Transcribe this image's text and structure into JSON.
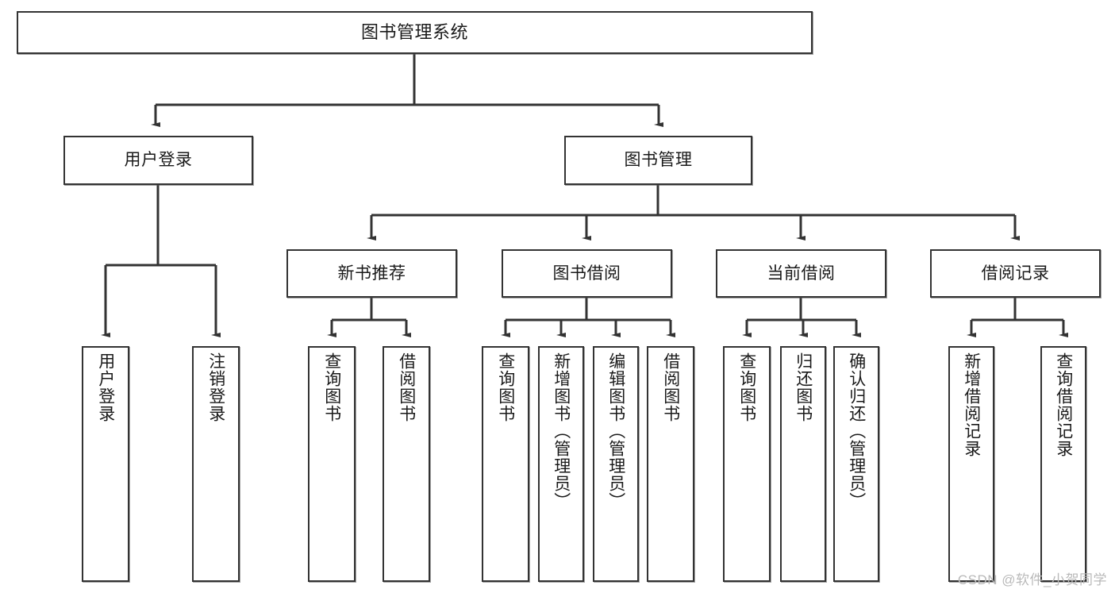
{
  "diagram": {
    "title": "图书管理系统",
    "type": "tree-hierarchy-chart",
    "watermark": "CSDN @软件_小贺同学",
    "root": {
      "label": "图书管理系统"
    },
    "level2": [
      {
        "label": "用户登录"
      },
      {
        "label": "图书管理"
      }
    ],
    "level3": [
      {
        "label": "新书推荐"
      },
      {
        "label": "图书借阅"
      },
      {
        "label": "当前借阅"
      },
      {
        "label": "借阅记录"
      }
    ],
    "leaves": [
      {
        "label": "用户登录",
        "parent": "用户登录"
      },
      {
        "label": "注销登录",
        "parent": "用户登录"
      },
      {
        "label": "查询图书",
        "parent": "新书推荐"
      },
      {
        "label": "借阅图书",
        "parent": "新书推荐"
      },
      {
        "label": "查询图书",
        "parent": "图书借阅"
      },
      {
        "label": "新增图书（管理员）",
        "parent": "图书借阅"
      },
      {
        "label": "编辑图书（管理员）",
        "parent": "图书借阅"
      },
      {
        "label": "借阅图书",
        "parent": "图书借阅"
      },
      {
        "label": "查询图书",
        "parent": "当前借阅"
      },
      {
        "label": "归还图书",
        "parent": "当前借阅"
      },
      {
        "label": "确认归还（管理员）",
        "parent": "当前借阅"
      },
      {
        "label": "新增借阅记录",
        "parent": "借阅记录"
      },
      {
        "label": "查询借阅记录",
        "parent": "借阅记录"
      }
    ],
    "colors": {
      "box_border": "#333333",
      "box_fill": "#ffffff",
      "edge": "#333333",
      "text": "#1a1a1a",
      "watermark": "#b9b9b9"
    }
  }
}
